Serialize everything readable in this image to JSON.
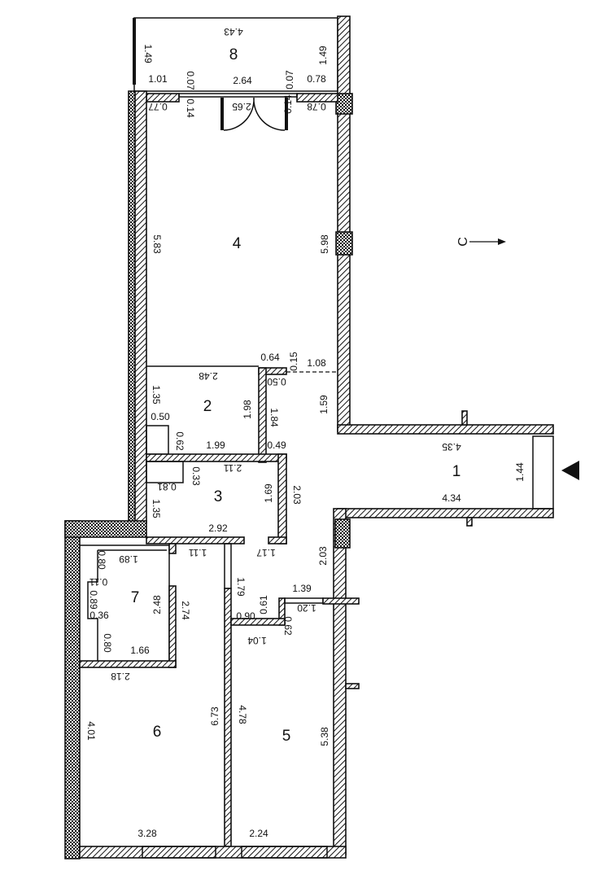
{
  "plan": {
    "north_label": "С",
    "rooms": [
      "1",
      "2",
      "3",
      "4",
      "5",
      "6",
      "7",
      "8"
    ],
    "dims": {
      "b_top": "4.43",
      "b_left": "1.49",
      "b_right": "1.49",
      "b_l": "1.01",
      "b_07a": "0.07",
      "b_door": "2.64",
      "b_07b": "0.07",
      "b_r": "0.78",
      "r4_077": "0.77",
      "r4_014a": "0.14",
      "r4_265": "2.65",
      "r4_014b": "0.14",
      "r4_078": "0.78",
      "r4_left": "5.83",
      "r4_right": "5.98",
      "c_064": "0.64",
      "c_015": "0.15",
      "c_108": "1.08",
      "c_050": "0.50",
      "r2_top": "2.48",
      "r2_left": "1.35",
      "r2_right": "1.98",
      "c_184": "1.84",
      "c_159": "1.59",
      "r2_050": "0.50",
      "r2_062": "0.62",
      "r2_bottom": "1.99",
      "c_049": "0.49",
      "r3_top": "2.11",
      "r3_033": "0.33",
      "r3_081": "0.81",
      "r3_right": "1.69",
      "c_203a": "2.03",
      "r3_left": "1.35",
      "r3_bottom": "2.92",
      "r1_top": "4.35",
      "r1_right": "1.44",
      "r1_bottom": "4.34",
      "c_111": "1.11",
      "c_117": "1.17",
      "c_203b": "2.03",
      "r7_top": "1.89",
      "r7_080a": "0.80",
      "r7_011": "0.11",
      "r7_089": "0.89",
      "r7_036": "0.36",
      "r7_080b": "0.80",
      "r7_bottom": "1.66",
      "r7_right": "2.48",
      "c_274": "2.74",
      "c_179": "1.79",
      "r5_139": "1.39",
      "r5_061": "0.61",
      "r5_120": "1.20",
      "r5_090": "0.90",
      "r5_062": "0.62",
      "r5_104": "1.04",
      "r6_top": "2.18",
      "r6_right": "6.73",
      "r5_left": "4.78",
      "r6_left": "4.01",
      "r5_right": "5.38",
      "r6_bottom": "3.28",
      "r5_bottom": "2.24"
    }
  }
}
